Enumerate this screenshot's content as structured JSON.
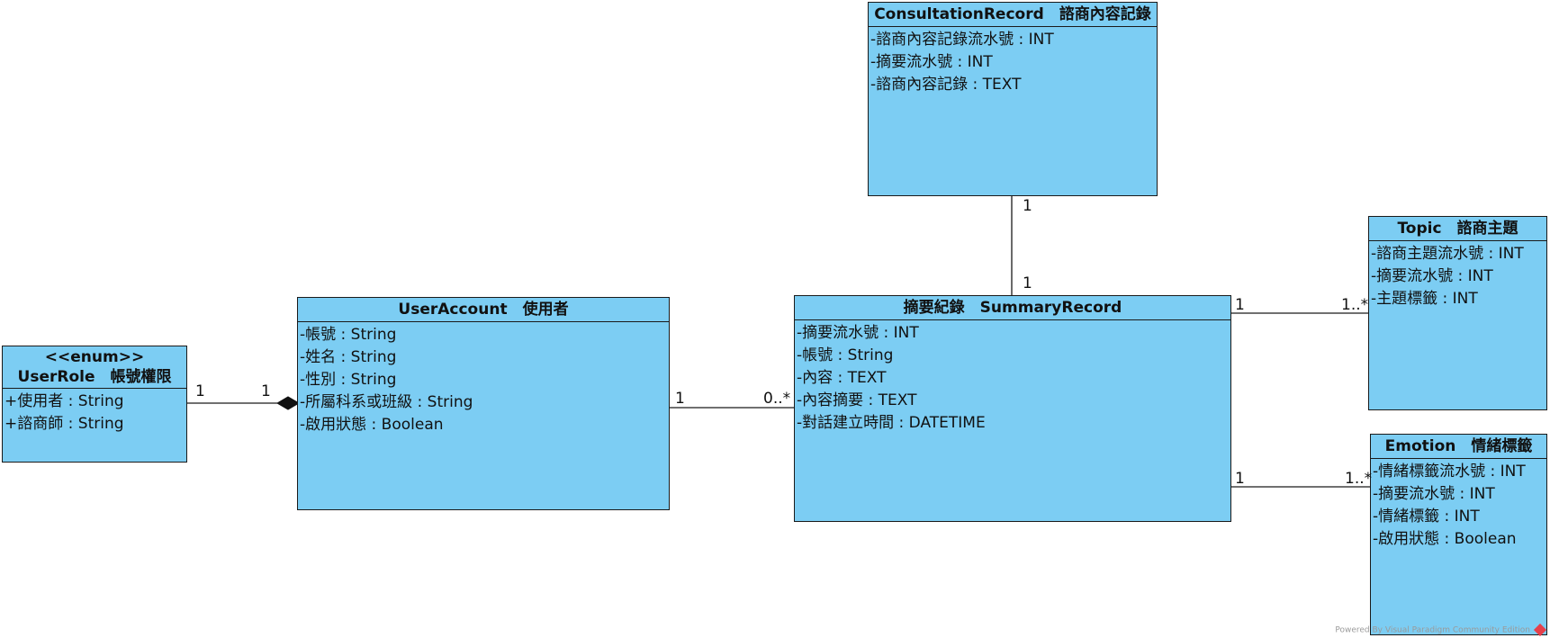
{
  "classes": {
    "consultation": {
      "title": "ConsultationRecord　諮商內容記錄",
      "attrs": [
        "-諮商內容記錄流水號 : INT",
        "-摘要流水號 : INT",
        "-諮商內容記錄 : TEXT"
      ]
    },
    "topic": {
      "title": "Topic　諮商主題",
      "attrs": [
        "-諮商主題流水號 : INT",
        "-摘要流水號 : INT",
        "-主題標籤 : INT"
      ]
    },
    "useraccount": {
      "title": "UserAccount　使用者",
      "attrs": [
        "-帳號 : String",
        "-姓名 : String",
        "-性別 : String",
        "-所屬科系或班級 : String",
        "-啟用狀態 : Boolean"
      ]
    },
    "summary": {
      "title": "摘要紀錄　SummaryRecord",
      "attrs": [
        "-摘要流水號 : INT",
        "-帳號 : String",
        "-內容 : TEXT",
        "-內容摘要 : TEXT",
        "-對話建立時間 : DATETIME"
      ]
    },
    "userrole": {
      "stereotype": "<<enum>>",
      "title": "UserRole　帳號權限",
      "attrs": [
        "+使用者 : String",
        "+諮商師 : String"
      ]
    },
    "emotion": {
      "title": "Emotion　情緒標籤",
      "attrs": [
        "-情緒標籤流水號 : INT",
        "-摘要流水號 : INT",
        "-情緒標籤 : INT",
        "-啟用狀態 : Boolean"
      ]
    }
  },
  "multiplicities": {
    "consult_end": "1",
    "summary_top_end": "1",
    "summary_topic_end": "1",
    "topic_end": "1..*",
    "summary_emotion_end": "1",
    "emotion_end": "1..*",
    "account_summary_end": "1",
    "summary_account_end": "0..*",
    "role_end": "1",
    "account_role_end": "1"
  },
  "footer": {
    "text": "Powered By  Visual Paradigm Community Edition"
  },
  "colors": {
    "class_fill": "#7ccdf3",
    "line": "#1a1a1a"
  }
}
